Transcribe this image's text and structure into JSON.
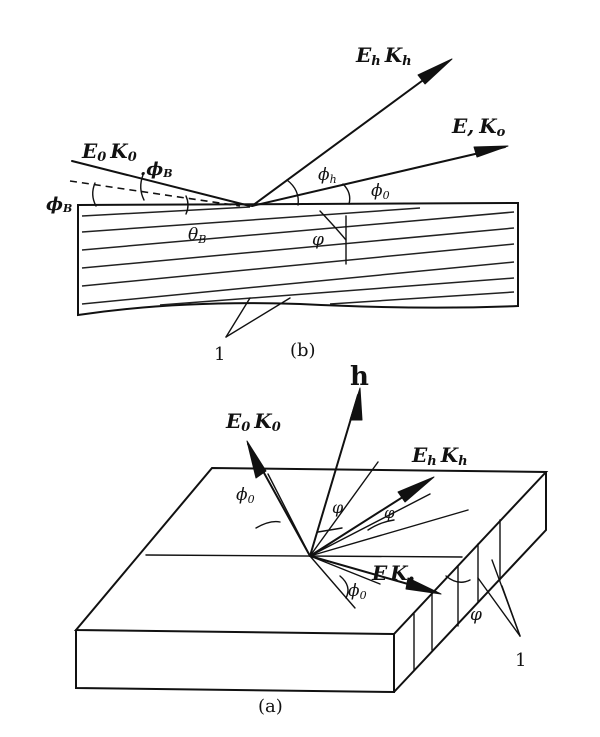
{
  "panel_b": {
    "caption": "(b)",
    "incident_label_E": "E",
    "incident_label_E_sub": "0",
    "incident_label_K": "K",
    "incident_label_K_sub": "0",
    "diffracted_label_E": "E",
    "diffracted_label_E_sub": "h",
    "diffracted_label_K": "K",
    "diffracted_label_K_sub": "h",
    "transmitted_label_E": "E,",
    "transmitted_label_K": "K",
    "transmitted_label_K_sub": "o",
    "angle_phi_B_top": ".ϕ",
    "angle_phi_B_top_sub": "B",
    "angle_phi_B_left": "ϕ",
    "angle_phi_B_left_sub": "B",
    "angle_theta_B": "θ",
    "angle_theta_B_sub": "B",
    "angle_phi_h": "ϕ",
    "angle_phi_h_sub": "h",
    "angle_phi_0": "ϕ",
    "angle_phi_0_sub": "0",
    "angle_varphi": "φ",
    "planes_label": "1"
  },
  "panel_a": {
    "caption": "(a)",
    "normal_label": "h",
    "incident_label_E": "E",
    "incident_label_E_sub": "0",
    "incident_label_K": "K",
    "incident_label_K_sub": "0",
    "diffracted_label_E": "E",
    "diffracted_label_E_sub": "h",
    "diffracted_label_K": "K",
    "diffracted_label_K_sub": "h",
    "transmitted_label_E": "E",
    "transmitted_label_K": "K",
    "transmitted_label_K_sub": "•",
    "angle_phi_0_top": "ϕ",
    "angle_phi_0_top_sub": "0",
    "angle_phi_0_bottom": "ϕ",
    "angle_phi_0_bottom_sub": "0",
    "angle_varphi_top": "φ",
    "angle_varphi_diffracted": "φ",
    "angle_varphi_side": "φ",
    "planes_label": "1"
  }
}
